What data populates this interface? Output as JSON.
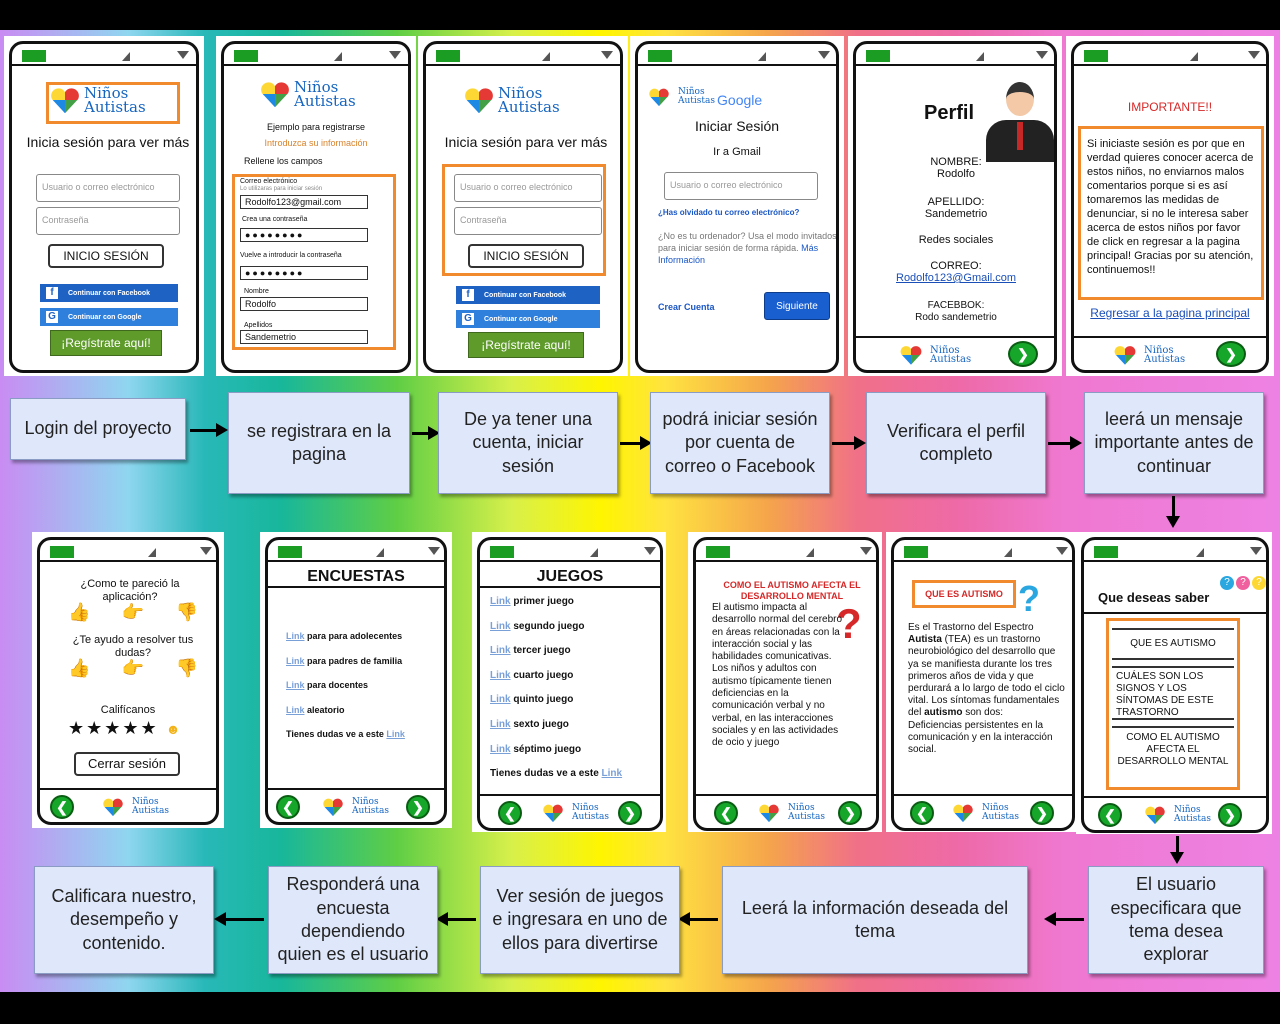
{
  "brand": {
    "line1": "Niños",
    "line2": "Autistas"
  },
  "colors": {
    "orange": "#f08a2c",
    "green": "#16a62a",
    "flow_bg": "#dfe8fa"
  },
  "screen_login": {
    "title": "Inicia sesión para ver más",
    "user_placeholder": "Usuario o correo electrónico",
    "pass_placeholder": "Contraseña",
    "login_btn": "INICIO SESIÓN",
    "facebook": "Continuar con Facebook",
    "google": "Continuar con Google",
    "register": "¡Regístrate aquí!"
  },
  "screen_register": {
    "example": "Ejemplo para registrarse",
    "intro": "Introduzca su información",
    "fill": "Rellene los campos",
    "email_label": "Correo electrónico",
    "email_hint": "Lo utilizaras para iniciar sesión",
    "email_value": "Rodolfo123@gmail.com",
    "create_pass": "Crea una contraseña",
    "pass_dots": "●●●●●●●●",
    "repeat_pass": "Vuelve a introducir la contraseña",
    "name_label": "Nombre",
    "name_value": "Rodolfo",
    "surname_label": "Apellidos",
    "surname_value": "Sandemetrio"
  },
  "screen_google": {
    "google": "Google",
    "title": "Iniciar Sesión",
    "subtitle": "Ir a Gmail",
    "email_placeholder": "Usuario o correo electrónico",
    "forgot": "¿Has olvidado tu correo electrónico?",
    "guest": "¿No es tu ordenador? Usa el modo invitados para iniciar sesión de forma rápida.",
    "more": "Más Información",
    "create": "Crear Cuenta",
    "next": "Siguiente"
  },
  "screen_profile": {
    "title": "Perfil",
    "name_label": "NOMBRE:",
    "name": "Rodolfo",
    "surname_label": "APELLIDO:",
    "surname": "Sandemetrio",
    "social": "Redes sociales",
    "mail_label": "CORREO:",
    "mail": "Rodolfo123@Gmail.com",
    "fb_label": "FACEBBOK:",
    "fb": "Rodo sandemetrio"
  },
  "screen_important": {
    "title": "IMPORTANTE!!",
    "text": "Si iniciaste sesión es por que en verdad quieres conocer acerca de estos niños, no enviarnos malos comentarios porque si es así tomaremos las medidas de denunciar, si no le interesa saber acerca de estos niños por favor de click en regresar a la pagina principal! Gracias por su atención, continuemos!!",
    "link": "Regresar a la pagina principal"
  },
  "flow_row1": [
    "Login del proyecto",
    "se registrara  en la pagina",
    "De ya tener una cuenta, iniciar sesión",
    "podrá iniciar sesión por cuenta de correo o Facebook",
    "Verificara el perfil completo",
    "leerá un mensaje importante antes de continuar"
  ],
  "screen_rating": {
    "q1": "¿Como te pareció la aplicación?",
    "q2": "¿Te ayudo a resolver tus dudas?",
    "rate": "Califícanos",
    "stars": "★★★★★",
    "logout": "Cerrar sesión"
  },
  "screen_surveys": {
    "title": "ENCUESTAS",
    "link": "Link",
    "items": [
      "para para adolecentes",
      "para padres de familia",
      "para docentes",
      "aleatorio"
    ],
    "doubts": "Tienes dudas ve a este"
  },
  "screen_games": {
    "title": "JUEGOS",
    "link": "Link",
    "items": [
      "primer juego",
      "segundo juego",
      "tercer juego",
      "cuarto juego",
      "quinto juego",
      "sexto juego",
      "séptimo juego"
    ],
    "doubts": "Tienes dudas ve a este"
  },
  "screen_affects": {
    "title": "COMO EL AUTISMO AFECTA EL DESARROLLO MENTAL",
    "text": "El autismo impacta al desarrollo normal del cerebro en áreas relacionadas con la interacción social y las habilidades comunicativas. Los niños y adultos con autismo típicamente tienen deficiencias en la comunicación verbal y no verbal, en las interacciones sociales y en las actividades de ocio y juego"
  },
  "screen_what": {
    "title": "QUE ES AUTISMO",
    "p1": "Es el Trastorno del Espectro ",
    "b1": "Autista",
    "p2": " (TEA) es un trastorno neurobiológico del desarrollo que ya se manifiesta durante los tres primeros años de vida y que perdurará a lo largo de todo el ciclo vital. Los síntomas fundamentales del ",
    "b2": "autismo",
    "p3": " son dos:",
    "p4": "Deficiencias persistentes en la comunicación y en la interacción social."
  },
  "screen_menu": {
    "title": "Que deseas saber",
    "options": [
      "QUE ES AUTISMO",
      "CUÁLES SON LOS SIGNOS Y LOS SÍNTOMAS DE ESTE TRASTORNO",
      "COMO EL AUTISMO AFECTA EL DESARROLLO MENTAL"
    ]
  },
  "flow_row3": [
    "Calificara  nuestro, desempeño y contenido.",
    "Responderá una encuesta dependiendo quien es el usuario",
    "Ver sesión de juegos e ingresara en uno de ellos  para divertirse",
    "Leerá la información deseada del tema",
    "El usuario especificara que tema desea explorar"
  ]
}
